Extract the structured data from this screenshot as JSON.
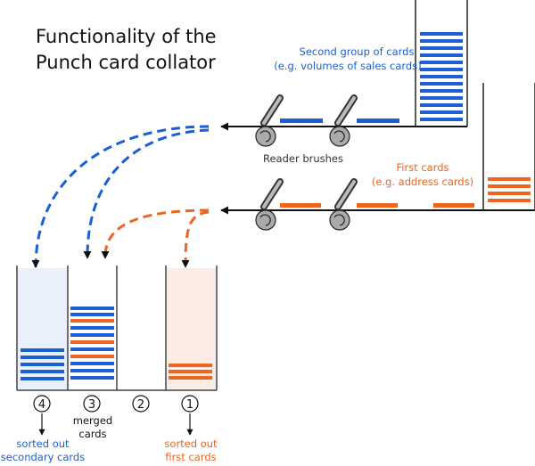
{
  "title": {
    "line1": "Functionality of the",
    "line2": "Punch card collator"
  },
  "colors": {
    "blue": "#1a5fd6",
    "orange": "#ee6520",
    "pocket_blue_bg": "#e9f0fb",
    "pocket_orange_bg": "#fbece5"
  },
  "labels": {
    "second_group_line1": "Second group of cards",
    "second_group_line2": "(e.g. volumes of sales cards)",
    "first_cards_line1": "First cards",
    "first_cards_line2": "(e.g. address cards)",
    "reader_brushes": "Reader brushes"
  },
  "pockets": [
    {
      "number": "4",
      "caption_line1": "sorted out",
      "caption_line2": "secondary cards"
    },
    {
      "number": "3",
      "caption_line1": "merged",
      "caption_line2": "cards"
    },
    {
      "number": "2",
      "caption_line1": "",
      "caption_line2": ""
    },
    {
      "number": "1",
      "caption_line1": "sorted out",
      "caption_line2": "first cards"
    }
  ]
}
